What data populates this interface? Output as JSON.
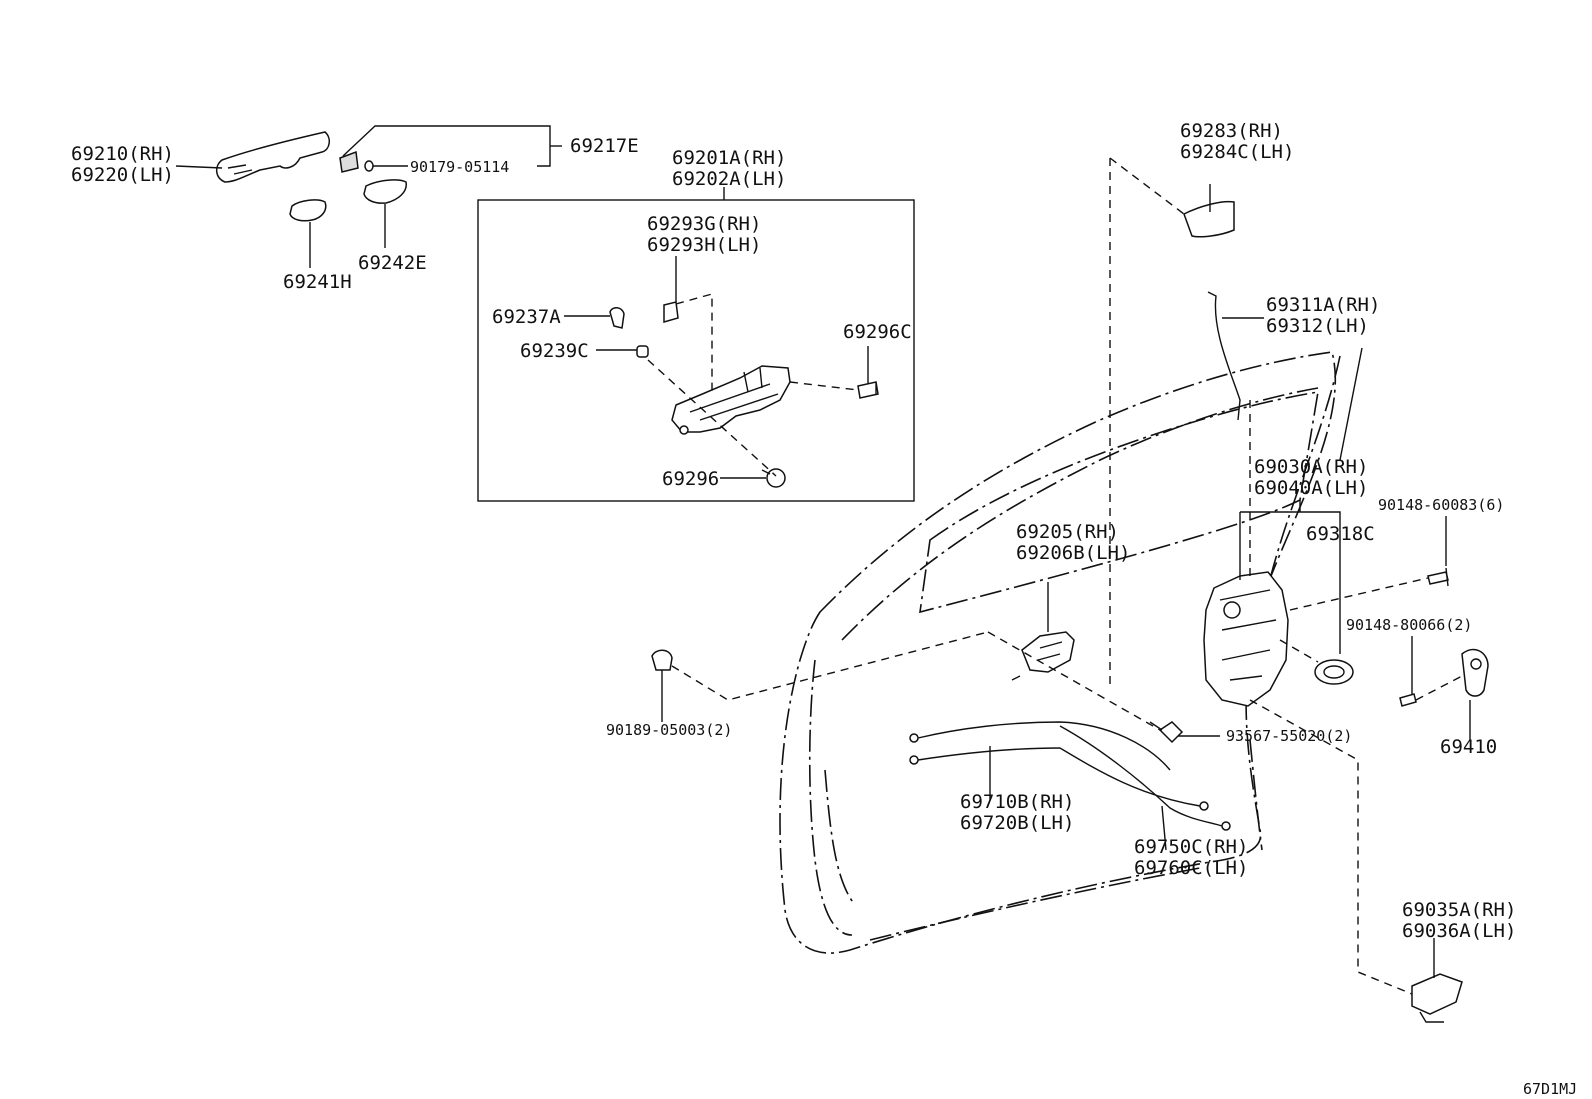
{
  "diagram_id": "67D1MJ",
  "parts": {
    "outer_handle": [
      "69210(RH)",
      "69220(LH)"
    ],
    "cover_group": "69217E",
    "screw_a": "90179-05114",
    "pad_front": "69241H",
    "pad_rear": "69242E",
    "frame_assy": [
      "69201A(RH)",
      "69202A(LH)"
    ],
    "frame_sub": [
      "69293G(RH)",
      "69293H(LH)"
    ],
    "p69237a": "69237A",
    "p69239c": "69239C",
    "p69296c": "69296C",
    "p69296": "69296",
    "cap": [
      "69283(RH)",
      "69284C(LH)"
    ],
    "rod": [
      "69311A(RH)",
      "69312(LH)"
    ],
    "lock_assy": [
      "69030A(RH)",
      "69040A(LH)"
    ],
    "p69318c": "69318C",
    "screw_b": "90148-60083(6)",
    "screw_c": "90148-80066(2)",
    "striker": "69410",
    "inside_handle": [
      "69205(RH)",
      "69206B(LH)"
    ],
    "clip": "90189-05003(2)",
    "bolt": "93567-55020(2)",
    "cable_a": [
      "69710B(RH)",
      "69720B(LH)"
    ],
    "cable_b": [
      "69750C(RH)",
      "69760C(LH)"
    ],
    "bottom_part": [
      "69035A(RH)",
      "69036A(LH)"
    ]
  }
}
